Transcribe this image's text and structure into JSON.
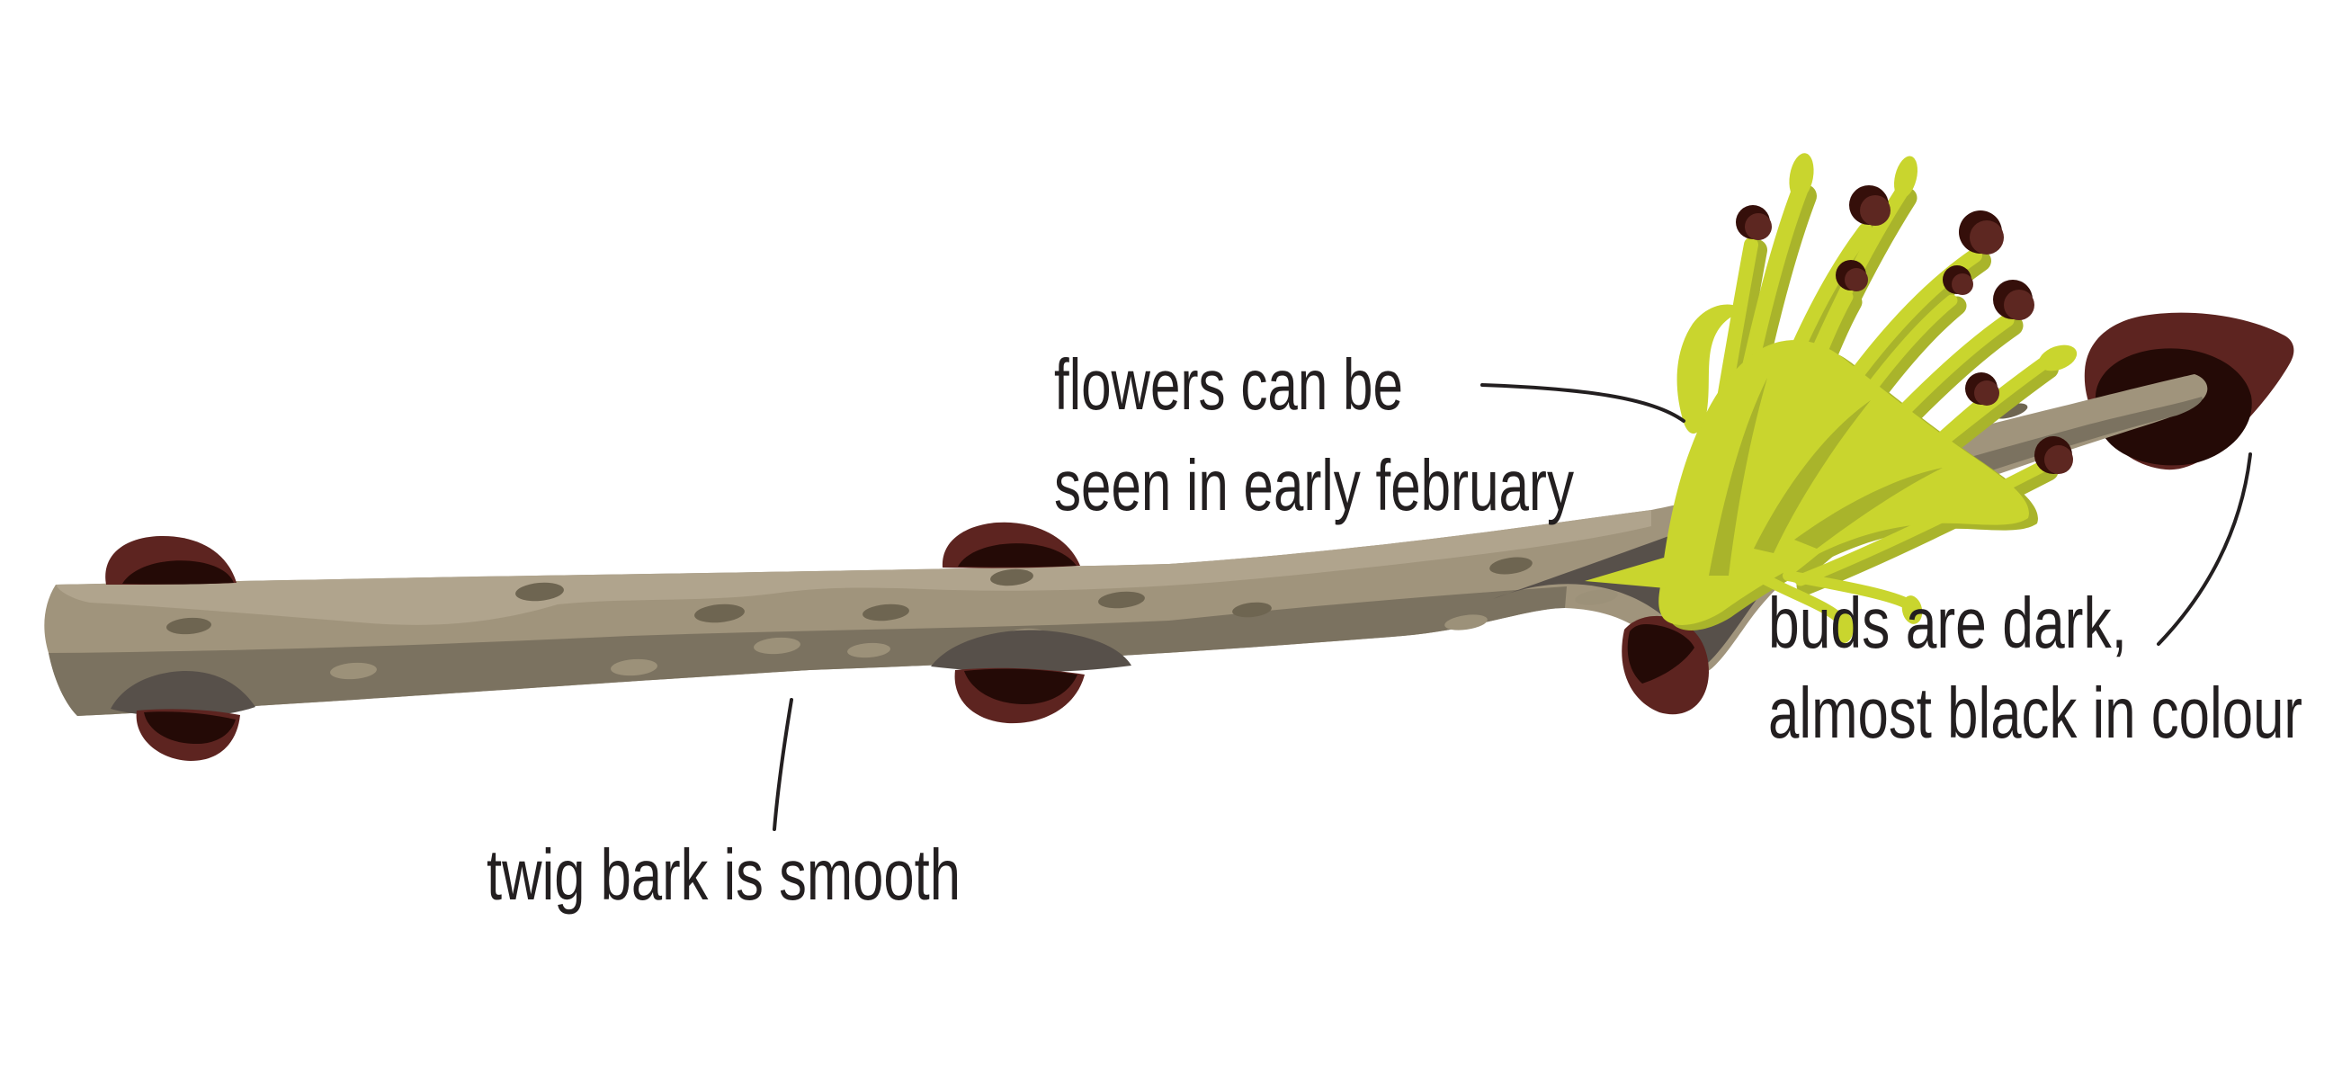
{
  "figure": {
    "type": "botanical-annotation-diagram",
    "parts": [
      "twig",
      "lateral-buds",
      "terminal-bud",
      "flower-cluster"
    ],
    "anther_count": 8,
    "stalk_count": 13,
    "leader_line_count": 3
  },
  "annotations": {
    "flowers": {
      "line1": "flowers can be",
      "line2": "seen in early february"
    },
    "buds": {
      "line1": "buds are dark,",
      "line2": "almost black in colour"
    },
    "bark": {
      "line1": "twig bark is smooth"
    }
  },
  "colors": {
    "background": "#ffffff",
    "text": "#231f20",
    "leader_line": "#231f20",
    "twig_light": "#a0947c",
    "twig_highlight": "#b0a48d",
    "twig_dark": "#7b7260",
    "twig_shadow": "#57504a",
    "lenticel_dark": "#6e6551",
    "lenticel_light": "#9c9179",
    "lenticel_on_shadow": "#8a8173",
    "bud_maroon": "#5d2420",
    "bud_black": "#240a06",
    "flower_bright": "#c9d52e",
    "flower_shade": "#a9b42b",
    "anther_dark": "#350f0a",
    "anther_light": "#5d2721"
  }
}
